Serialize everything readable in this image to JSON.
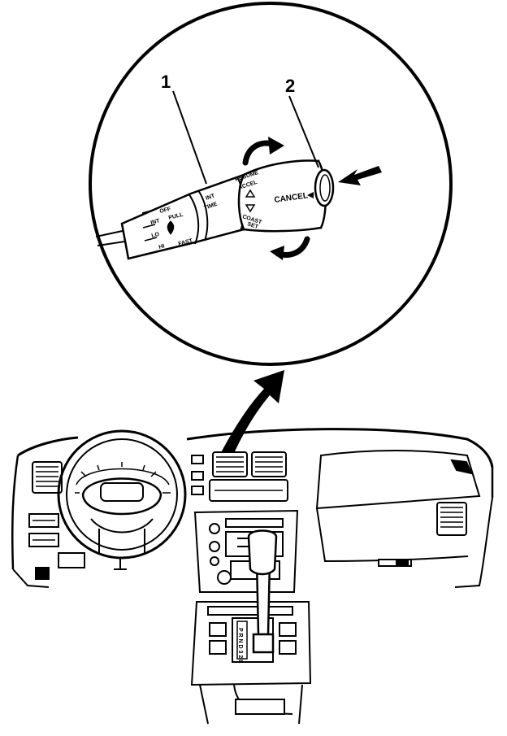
{
  "diagram": {
    "callouts": [
      {
        "id": "1",
        "label": "1"
      },
      {
        "id": "2",
        "label": "2"
      }
    ],
    "stalk_labels": {
      "off": "OFF",
      "int": "INT",
      "lo": "LO",
      "hi": "HI",
      "pull": "PULL",
      "fast": "FAST",
      "int_time_1": "INT",
      "int_time_2": "TIME",
      "resume": "RESUME",
      "accel": "ACCEL",
      "coast": "COAST",
      "set": "SET",
      "cancel": "CANCEL"
    },
    "shifter_positions": "P R N D 3 2 L"
  }
}
